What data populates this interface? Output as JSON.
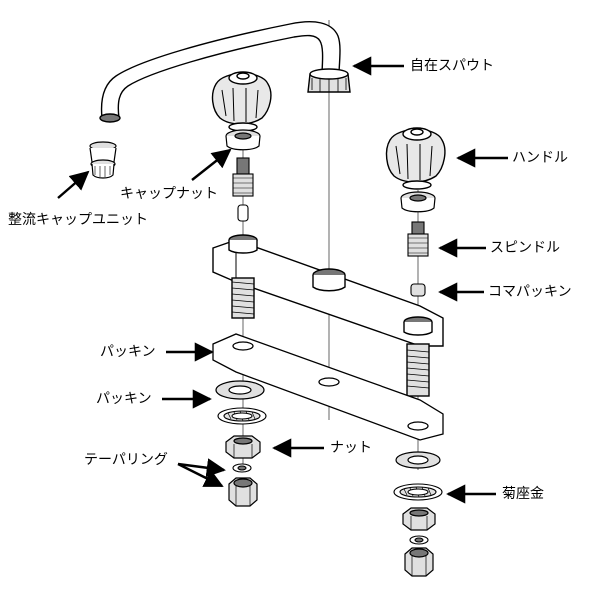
{
  "labels": {
    "spout": "自在スパウト",
    "handle": "ハンドル",
    "cap_nut": "キャップナット",
    "aerator_cap_unit": "整流キャップユニット",
    "spindle": "スピンドル",
    "top_packing": "コマパッキン",
    "packing_upper": "パッキン",
    "packing_lower": "パッキン",
    "nut": "ナット",
    "taper_ring": "テーパリング",
    "washer_chrysanthemum": "菊座金"
  },
  "colors": {
    "line": "#000000",
    "part_fill": "#ffffff",
    "gray_fill": "#e0e0e0",
    "dark_fill": "#777777"
  }
}
